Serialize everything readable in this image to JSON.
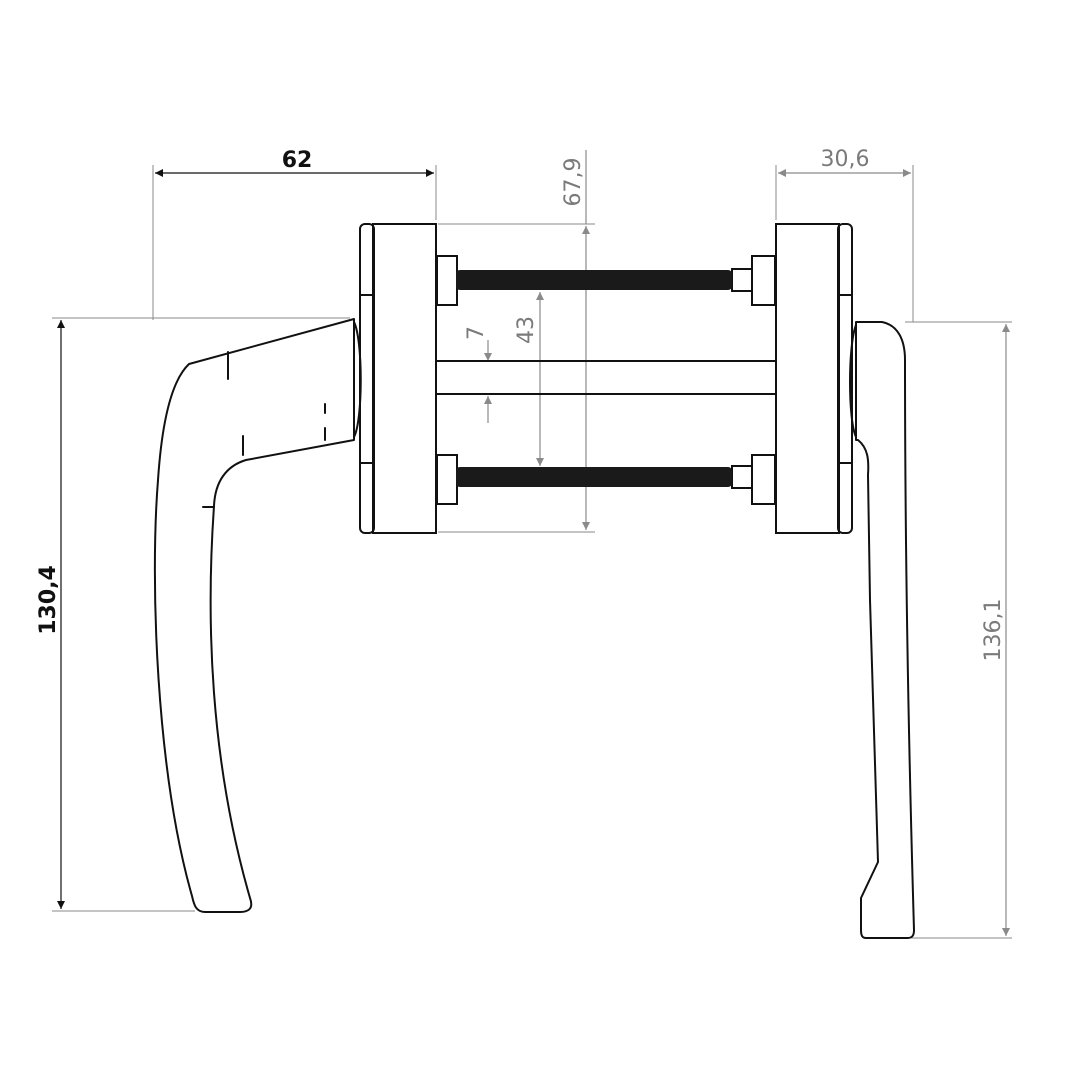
{
  "drawing": {
    "dimensions": {
      "left_handle_projection": "62",
      "left_handle_length": "130,4",
      "rosette_height": "67,9",
      "screw_spacing": "43",
      "spindle_size": "7",
      "right_handle_projection": "30,6",
      "right_handle_length": "136,1"
    }
  },
  "colors": {
    "ink": "#111111",
    "dimension_dark": "#111111",
    "dimension_grey": "#7a7a7a",
    "screw_fill": "#1a1a1a"
  }
}
